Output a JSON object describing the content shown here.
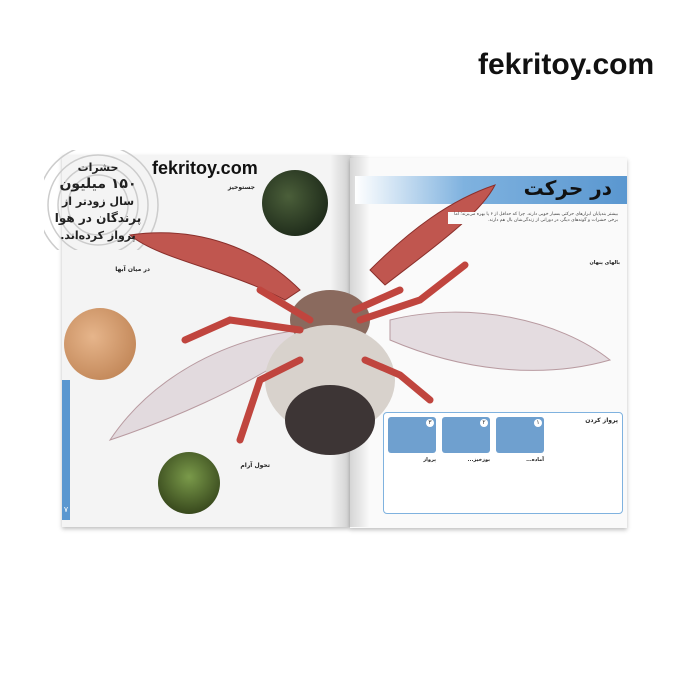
{
  "watermark": "fekritoy.com",
  "left_page": {
    "intro": [
      "حشرات",
      "۱۵۰ میلیون",
      "سال زودتر از",
      "پرندگان در هوا",
      "پرواز کرده‌اند."
    ],
    "section_jump": "جستوخیز",
    "section_water": "در میان آبها",
    "section_caterpillar": "تحول آرام",
    "page_number": "۷"
  },
  "right_page": {
    "title": "در حرکت",
    "intro_text": "بیشتر بندپایان ابزارهای حرکتی بسیار خوبی دارند. چرا که حداقل از ۶ پا بهره می‌برند؛ اما برخی حشرات و گونه‌های دیگر، در دورانی از زندگی‌شان بال هم دارند.",
    "section_hidden_wings": "بالهای پنهان",
    "flying": {
      "title": "پرواز کردن",
      "steps": [
        {
          "num": "۱",
          "label": "آماده..."
        },
        {
          "num": "۲",
          "label": "بوزخیز..."
        },
        {
          "num": "۳",
          "label": "پرواز"
        }
      ]
    }
  }
}
